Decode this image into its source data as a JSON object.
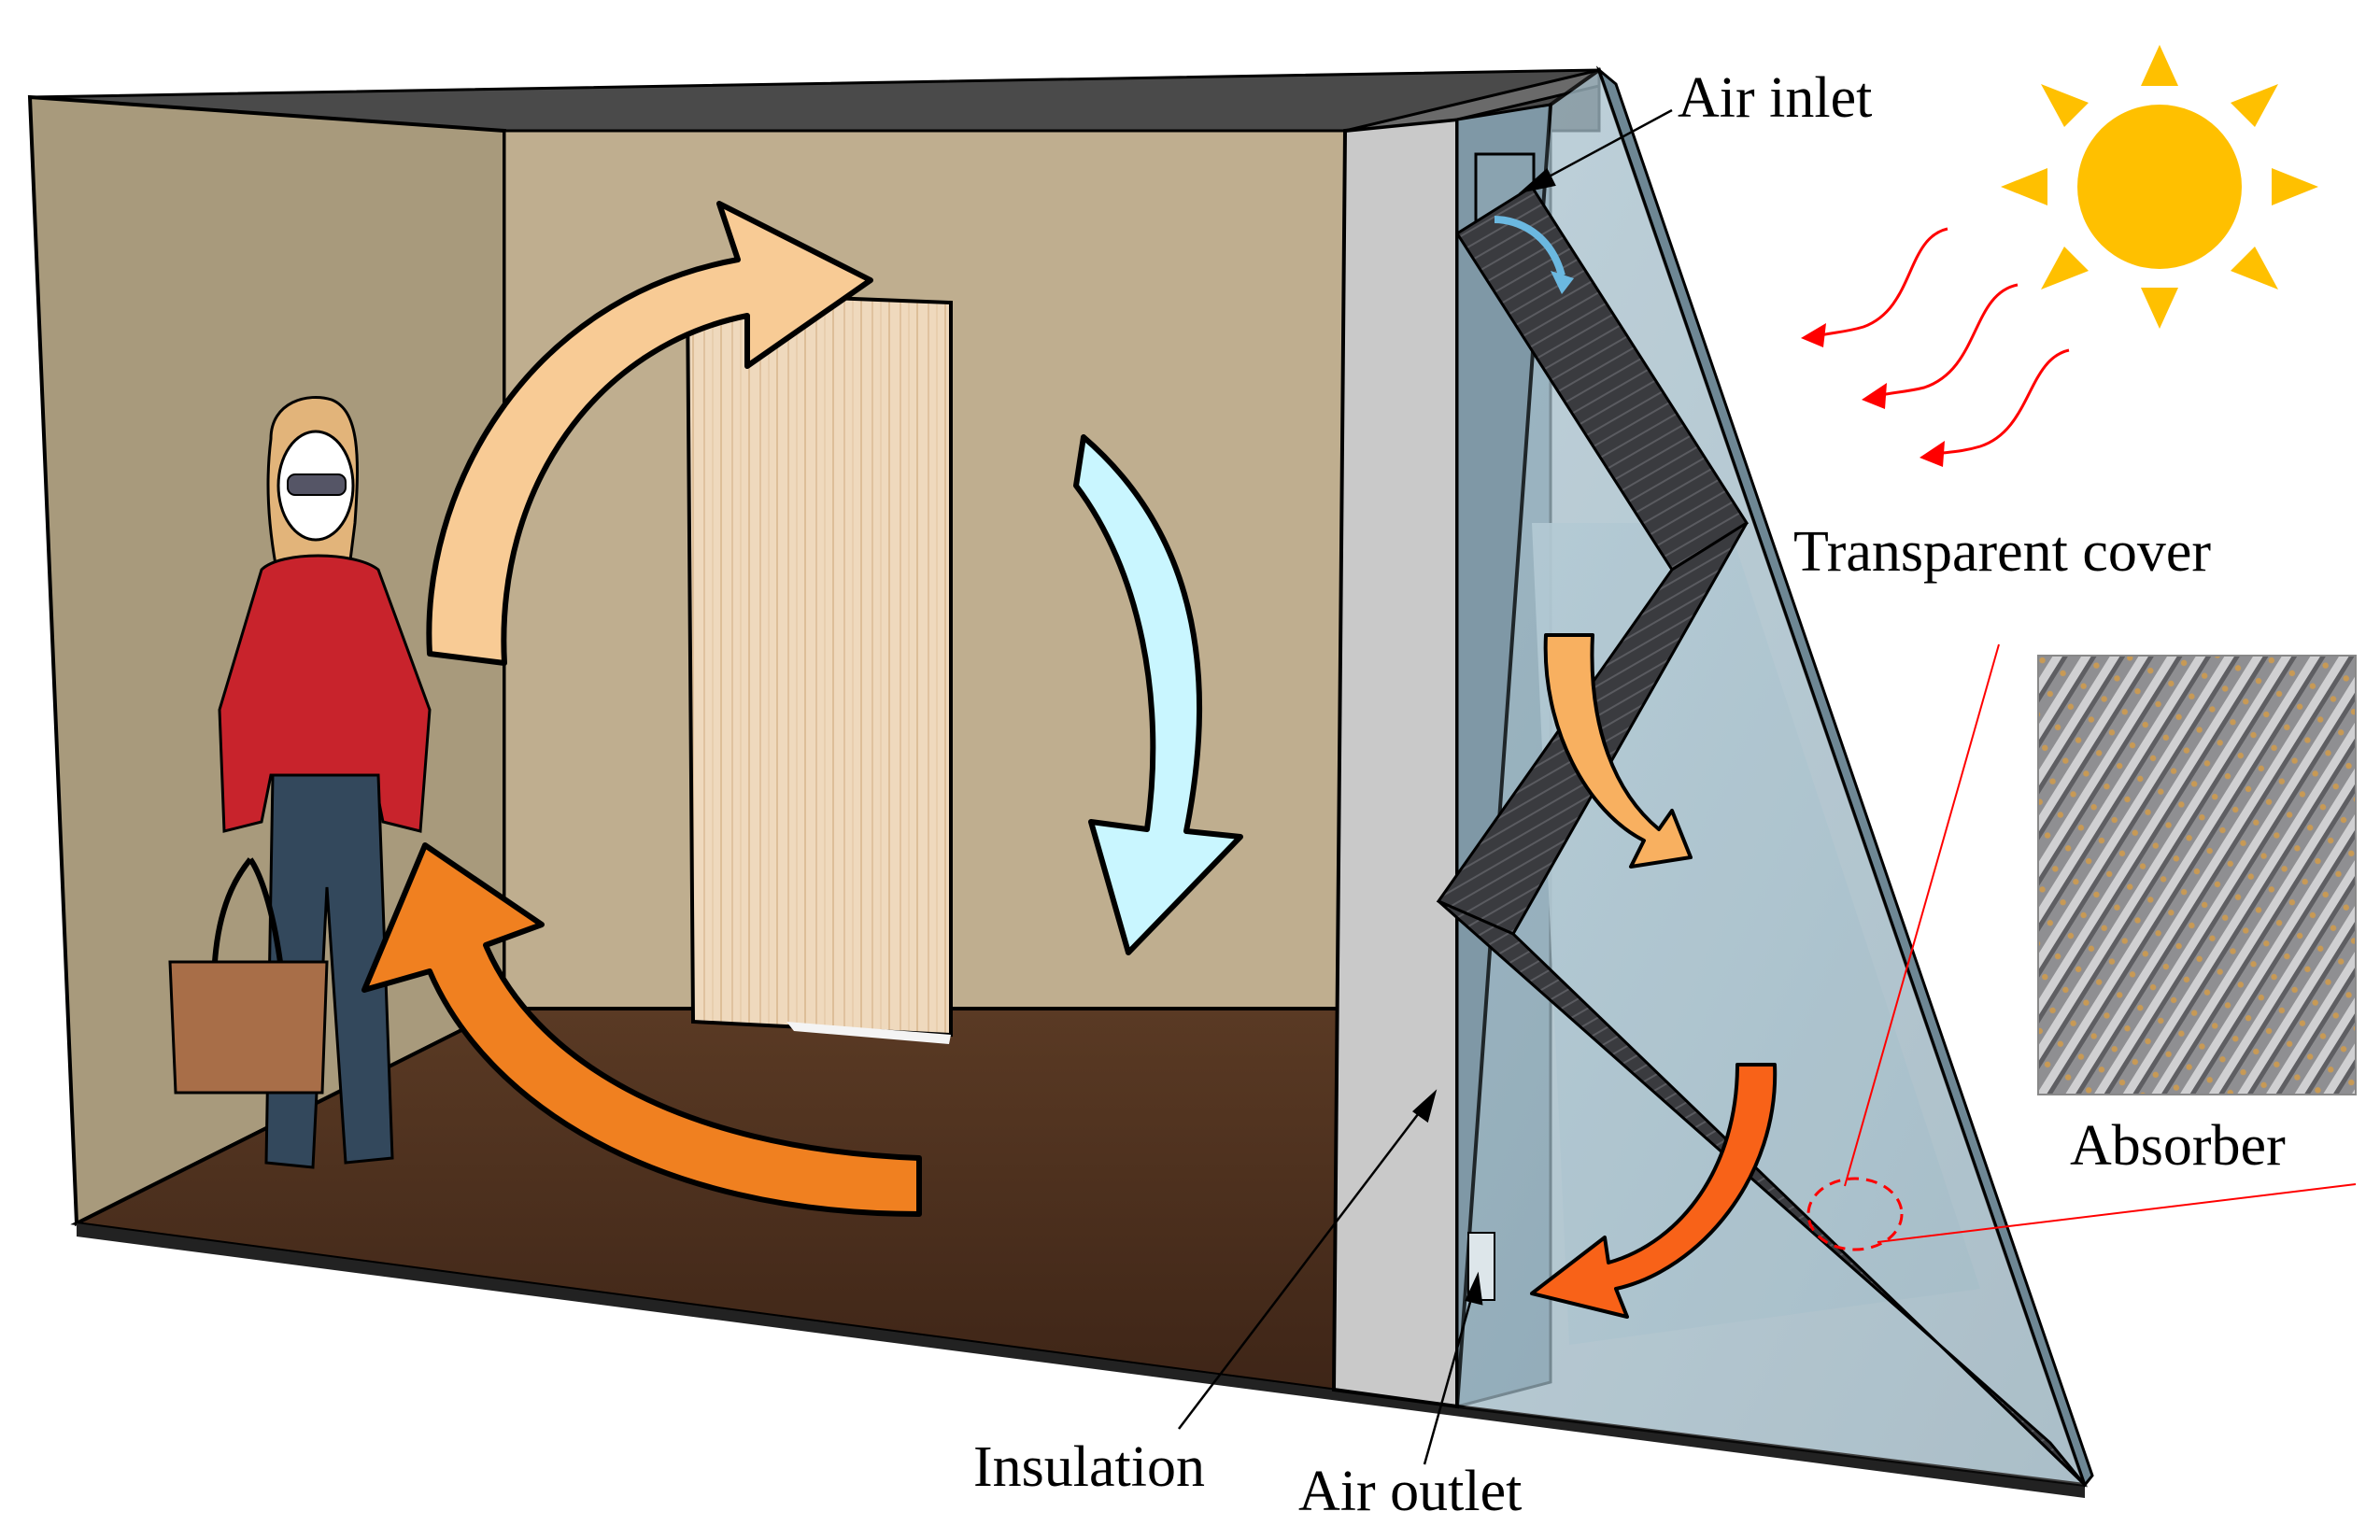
{
  "labels": {
    "air_inlet": "Air inlet",
    "transparent_cover": "Transparent cover",
    "absorber": "Absorber",
    "insulation": "Insulation",
    "air_outlet": "Air outlet"
  },
  "colors": {
    "sun": "#FFC000",
    "warm_air": "#F8CB95",
    "hot_air": "#F08020",
    "heated_air": "#F86218",
    "cool_air": "#C9F6FF",
    "solar_ray": "#FF0000",
    "wall": "#B9A78A",
    "floor": "#4A3020",
    "absorber": "#3A3B3F",
    "cover": "#AFC7D3",
    "insulation": "#C8C8C8"
  },
  "icons": [
    "sun-icon",
    "person-icon",
    "door-icon",
    "absorber-photo-icon"
  ]
}
